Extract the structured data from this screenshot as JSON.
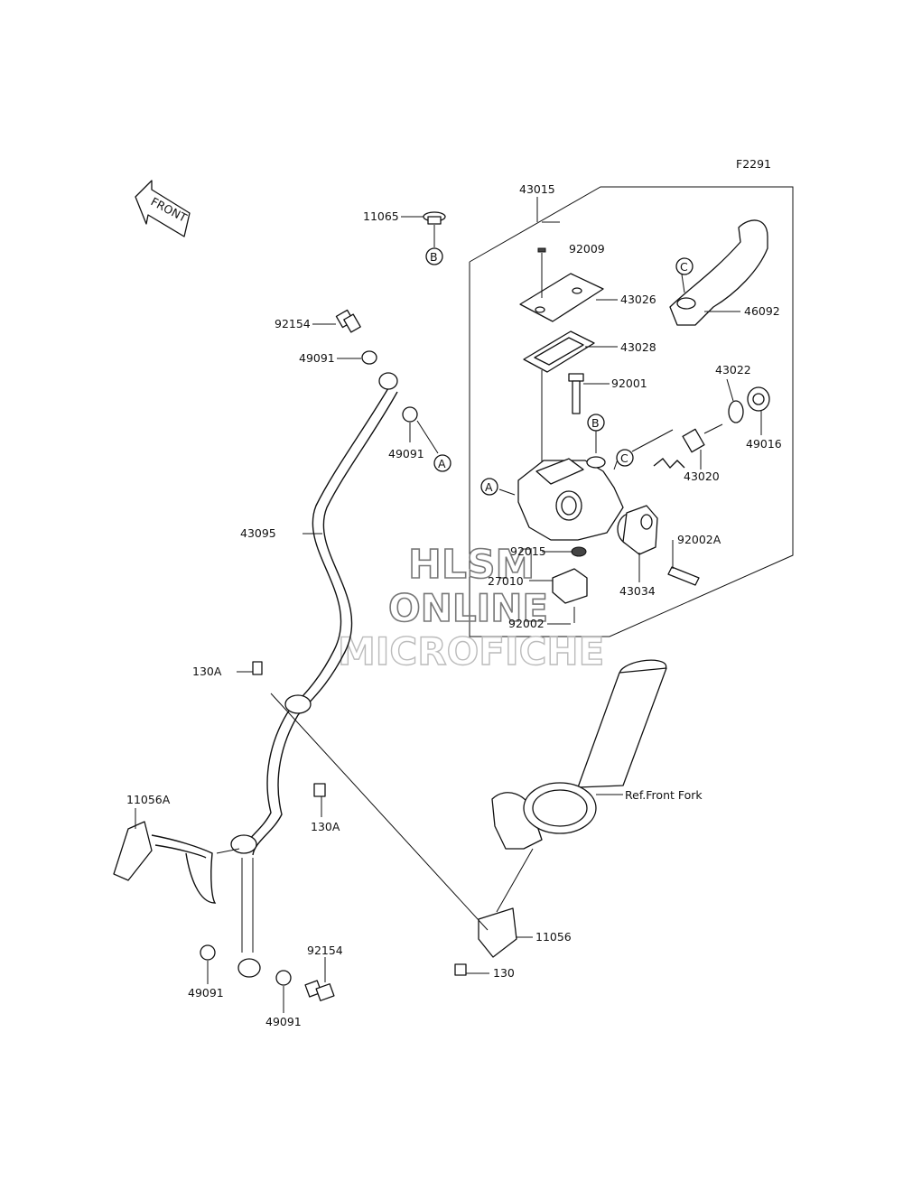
{
  "diagram": {
    "code": "F2291",
    "front_label": "FRONT",
    "ref_label": "Ref.Front Fork"
  },
  "callouts": {
    "A": "A",
    "B": "B",
    "C": "C"
  },
  "parts": {
    "p11065": "11065",
    "p43015": "43015",
    "p92009": "92009",
    "p43026": "43026",
    "p43028": "43028",
    "p46092": "46092",
    "p92001": "92001",
    "p43022": "43022",
    "p49016": "49016",
    "p43020": "43020",
    "p92015": "92015",
    "p27010": "27010",
    "p92002": "92002",
    "p92002A": "92002A",
    "p43034": "43034",
    "p92154_top": "92154",
    "p49091_top": "49091",
    "p49091_mid": "49091",
    "p43095": "43095",
    "p130A_top": "130A",
    "p130A_mid": "130A",
    "p11056A": "11056A",
    "p11056": "11056",
    "p130": "130",
    "p49091_bl": "49091",
    "p49091_br": "49091",
    "p92154_bot": "92154"
  },
  "watermark": {
    "line1": "HLSM",
    "line2": "ONLINE",
    "line3": "MICROFICHE"
  }
}
